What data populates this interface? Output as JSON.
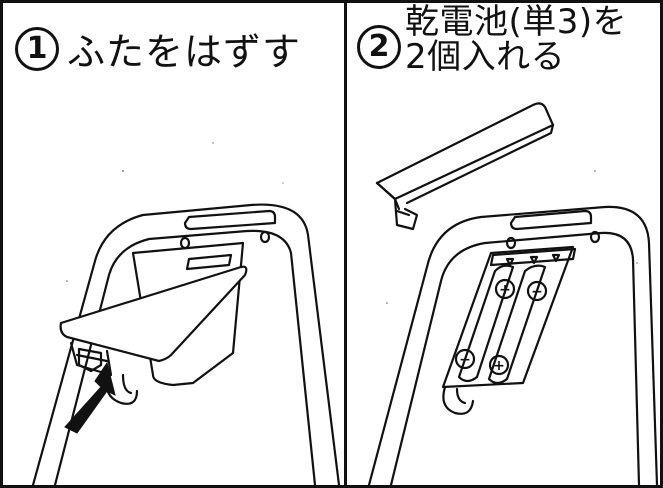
{
  "steps": [
    {
      "number": "1",
      "text": "ふたをはずす"
    },
    {
      "number": "2",
      "text_line1": "乾電池(単3)を",
      "text_line2": "2個入れる"
    }
  ],
  "battery_markings": {
    "plus": "+",
    "minus": "−"
  }
}
